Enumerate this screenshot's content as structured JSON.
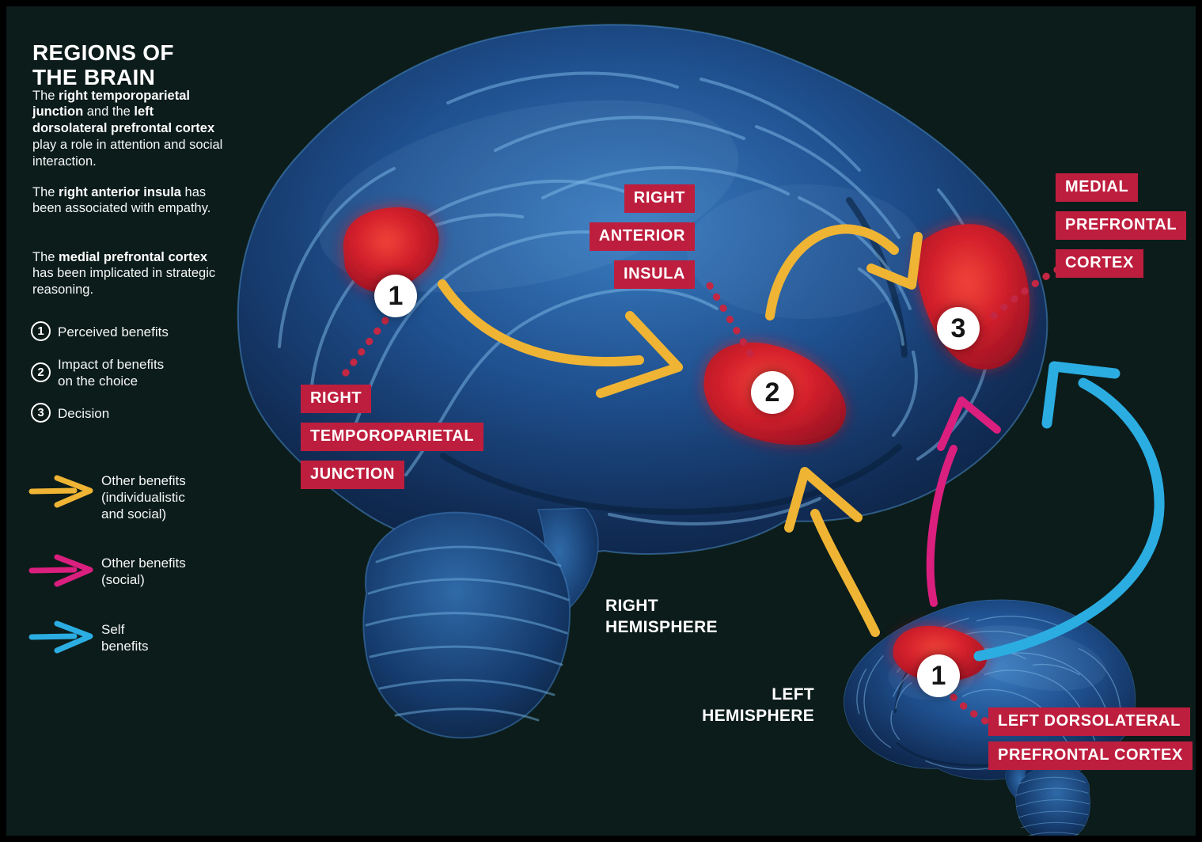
{
  "colors": {
    "background": "#0c1c1a",
    "label_red": "#be1e3e",
    "dot_red": "#c22743",
    "region_red": "#d6202c",
    "arrow_yellow": "#efb434",
    "arrow_pink": "#da1f7e",
    "arrow_cyan": "#2badе2",
    "arrow_cyan_fixed": "#2bade2",
    "brain_blue": "#1f508f"
  },
  "sidebar": {
    "title": "REGIONS OF\nTHE BRAIN",
    "paragraphs": [
      {
        "segments": [
          {
            "t": "The ",
            "b": false
          },
          {
            "t": "right temporoparietal junction",
            "b": true
          },
          {
            "t": " and the ",
            "b": false
          },
          {
            "t": "left dorsolateral prefrontal cortex",
            "b": true
          },
          {
            "t": " play a role in attention and social interaction.",
            "b": false
          }
        ]
      },
      {
        "segments": [
          {
            "t": "The ",
            "b": false
          },
          {
            "t": "right anterior insula",
            "b": true
          },
          {
            "t": " has been associated with empathy.",
            "b": false
          }
        ]
      },
      {
        "segments": [
          {
            "t": "The ",
            "b": false
          },
          {
            "t": "medial prefrontal cortex",
            "b": true
          },
          {
            "t": " has been implicated in strategic reasoning.",
            "b": false
          }
        ]
      }
    ],
    "numbered_legend": [
      {
        "number": "1",
        "label": "Perceived benefits"
      },
      {
        "number": "2",
        "label": "Impact of benefits\non the choice"
      },
      {
        "number": "3",
        "label": "Decision"
      }
    ],
    "arrow_legend": [
      {
        "color": "#efb434",
        "label": "Other benefits\n(individualistic\nand social)"
      },
      {
        "color": "#da1f7e",
        "label": "Other benefits\n(social)"
      },
      {
        "color": "#2bade2",
        "label": "Self\nbenefits"
      }
    ]
  },
  "diagram": {
    "markers": [
      {
        "value": "1"
      },
      {
        "value": "2"
      },
      {
        "value": "3"
      },
      {
        "value": "1"
      }
    ],
    "region_labels": {
      "right_anterior_insula": {
        "lines": [
          "RIGHT",
          "ANTERIOR",
          "INSULA"
        ]
      },
      "medial_prefrontal_cortex": {
        "lines": [
          "MEDIAL",
          "PREFRONTAL",
          "CORTEX"
        ]
      },
      "right_temporoparietal_junction": {
        "lines": [
          "RIGHT",
          "TEMPOROPARIETAL",
          "JUNCTION"
        ]
      },
      "left_dorsolateral_prefrontal_cortex": {
        "lines": [
          "LEFT DORSOLATERAL",
          "PREFRONTAL CORTEX"
        ]
      }
    },
    "hemisphere_labels": {
      "right": "RIGHT\nHEMISPHERE",
      "left": "LEFT\nHEMISPHERE"
    }
  }
}
